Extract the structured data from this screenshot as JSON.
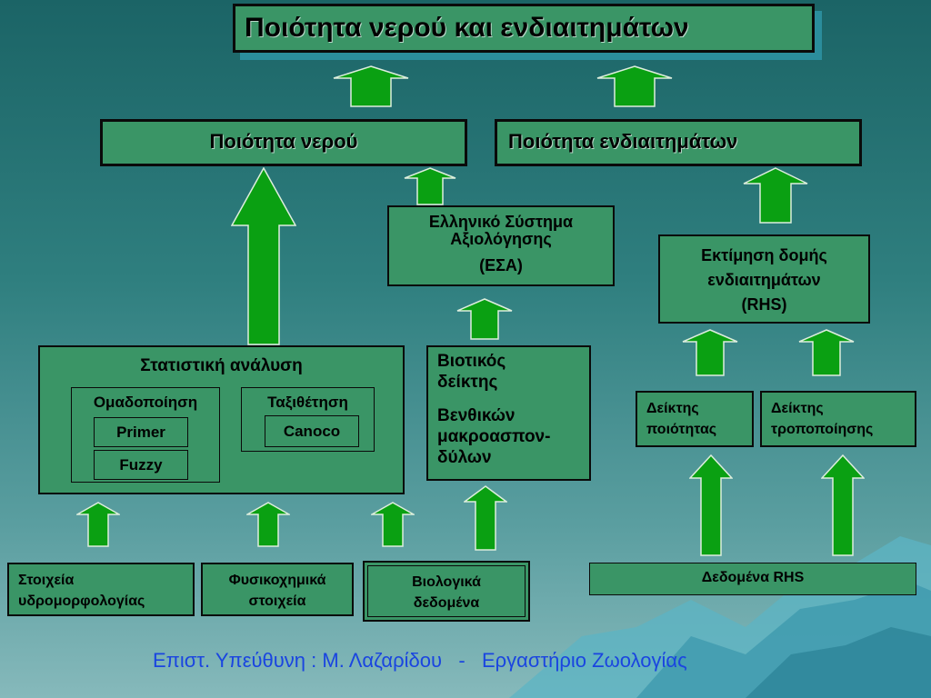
{
  "title": "Ποιότητα νερού και ενδιαιτημάτων",
  "headers": {
    "water_quality": "Ποιότητα νερού",
    "habitat_quality": "Ποιότητα ενδιαιτημάτων"
  },
  "esa": {
    "line1": "Ελληνικό Σύστημα",
    "line2": "Αξιολόγησης",
    "line3": "(ΕΣΑ)"
  },
  "rhs_eval": {
    "line1": "Εκτίμηση δομής",
    "line2": "ενδιαιτημάτων",
    "line3": "(RHS)"
  },
  "stats": {
    "label": "Στατιστική ανάλυση",
    "clustering": "Ομαδοποίηση",
    "primer": "Primer",
    "fuzzy": "Fuzzy",
    "ordination": "Ταξιθέτηση",
    "canoco": "Canoco"
  },
  "biotic": {
    "line1": "Βιοτικός",
    "line2": "δείκτης",
    "line3": "Βενθικών",
    "line4": "μακροασπον-",
    "line5": "δύλων"
  },
  "indices": {
    "quality_1": "Δείκτης",
    "quality_2": "ποιότητας",
    "modification_1": "Δείκτης",
    "modification_2": "τροποποίησης"
  },
  "data_boxes": {
    "hydro_1": "Στοιχεία",
    "hydro_2": "υδρομορφολογίας",
    "physchem_1": "Φυσικοχημικά",
    "physchem_2": "στοιχεία",
    "bio_1": "Βιολογικά",
    "bio_2": "δεδομένα",
    "rhs_data": "Δεδομένα RHS"
  },
  "footer": "Επιστ. Υπεύθυνη : Μ. Λαζαρίδου   -   Εργαστήριο Ζωολογίας",
  "colors": {
    "box_fill": "#3a9566",
    "arrow_fill": "#0aa012",
    "footer_text": "#1a45e0"
  }
}
